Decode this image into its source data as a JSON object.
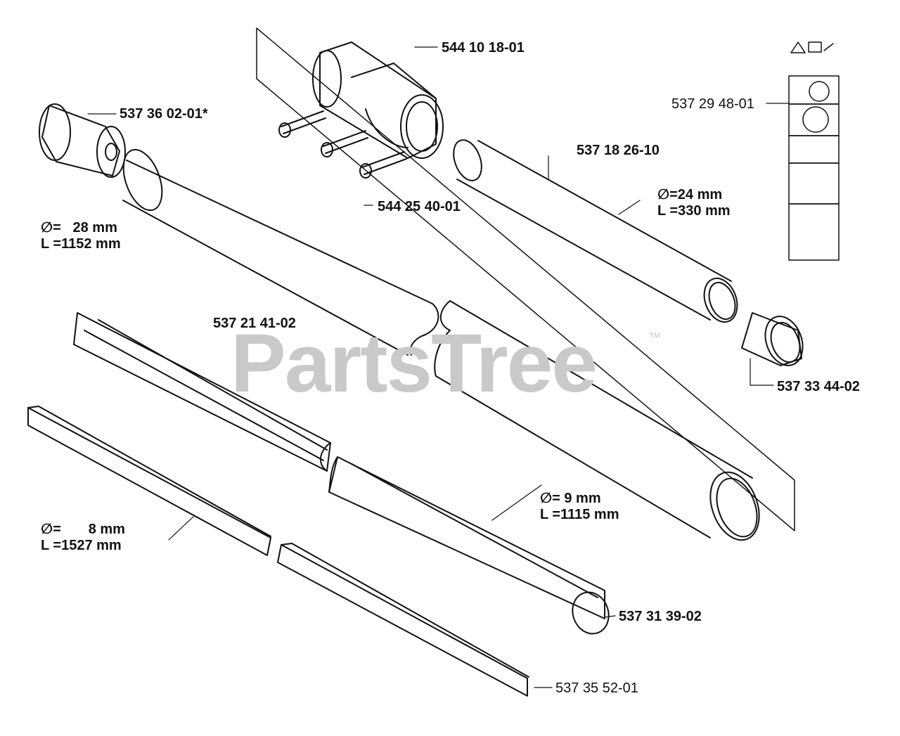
{
  "watermark": {
    "text": "PartsTree",
    "tm": "™"
  },
  "parts": {
    "p1": "544 10 18-01",
    "p2": "537 36 02-01*",
    "p3": "537 29 48-01",
    "p4": "537 18 26-10",
    "p5": "544 25 40-01",
    "p6": "537 21 41-02",
    "p7": "537 33 44-02",
    "p8": "537 31 39-02",
    "p9": "537 35 52-01"
  },
  "dims": {
    "d1": "∅=   28 mm\nL =1152 mm",
    "d2": "∅=24 mm\nL =330 mm",
    "d3": "∅= 9 mm\nL =1115 mm",
    "d4": "∅=       8 mm\nL =1527 mm"
  },
  "colors": {
    "line": "#111111",
    "watermark": "#c9c9c9"
  }
}
